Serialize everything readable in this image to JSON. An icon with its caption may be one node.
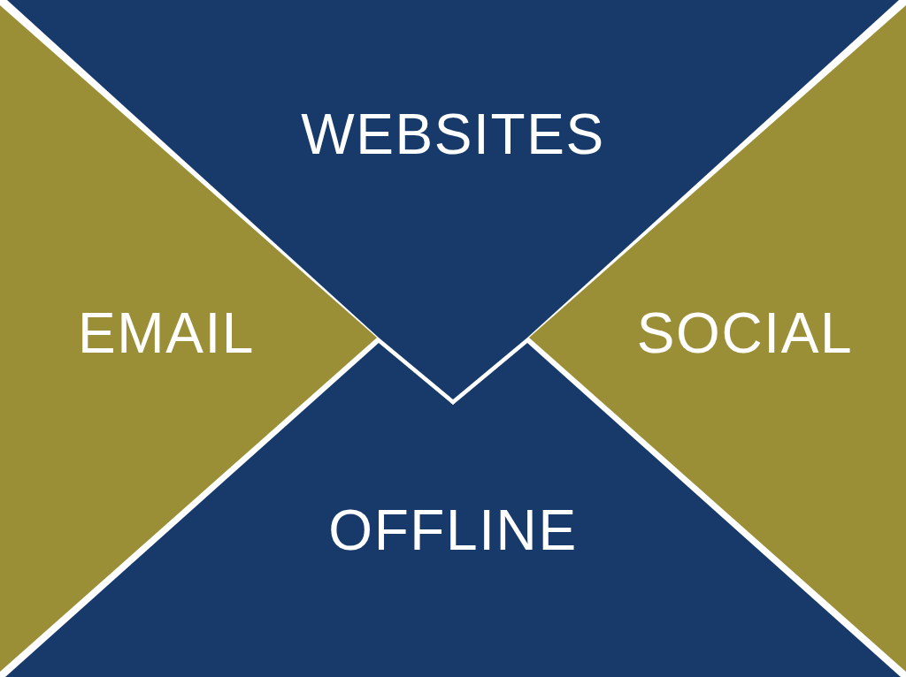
{
  "diagram": {
    "nodes": [
      {
        "text": [
          "WEBSITES"
        ]
      },
      {
        "text": [
          "EMAIL"
        ]
      },
      {
        "text": [
          "SOCIAL"
        ]
      },
      {
        "text": [
          "OFFLINE"
        ]
      }
    ]
  }
}
